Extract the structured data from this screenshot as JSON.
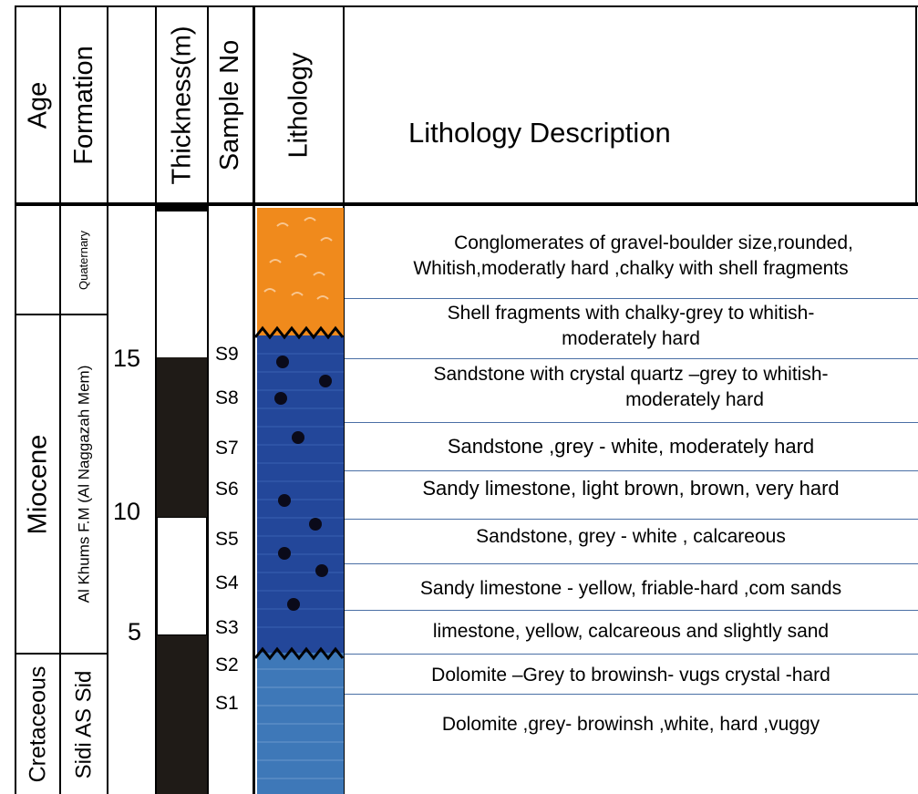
{
  "headers": {
    "age": "Age",
    "formation": "Formation",
    "thickness": "Thickness(m)",
    "sample_no": "Sample No",
    "lithology": "Lithology",
    "description": "Lithology Description"
  },
  "ages": {
    "miocene": "Miocene",
    "cretaceous": "Cretaceous"
  },
  "formations": {
    "quaternary": "Quaternary",
    "al_khums": "Al Khums F.M (Al Naggazah Mem)",
    "sidi_as_sid": "Sidi AS Sid"
  },
  "thickness_ticks": [
    "15",
    "10",
    "5"
  ],
  "samples": [
    "S9",
    "S8",
    "S7",
    "S6",
    "S5",
    "S4",
    "S3",
    "S2",
    "S1"
  ],
  "descriptions": [
    {
      "line1": "Conglomerates of gravel-boulder size,rounded,",
      "line2": "Whitish,moderatly hard ,chalky with shell fragments"
    },
    {
      "line1": "Shell fragments with chalky-grey to whitish-",
      "line2": "moderately hard"
    },
    {
      "line1": "Sandstone with crystal quartz –grey to whitish-",
      "line2": "moderately hard"
    },
    {
      "line1": "Sandstone ,grey - white, moderately  hard",
      "line2": ""
    },
    {
      "line1": "Sandy limestone, light  brown,  brown,  very hard",
      "line2": ""
    },
    {
      "line1": "Sandstone, grey - white , calcareous",
      "line2": ""
    },
    {
      "line1": "Sandy limestone - yellow, friable-hard ,com sands",
      "line2": ""
    },
    {
      "line1": "limestone, yellow, calcareous and slightly sand",
      "line2": ""
    },
    {
      "line1": "Dolomite –Grey to browinsh- vugs crystal -hard",
      "line2": ""
    },
    {
      "line1": "Dolomite ,grey- browinsh ,white, hard  ,vuggy",
      "line2": ""
    }
  ],
  "colors": {
    "conglomerate": "#f08a1c",
    "sandstone": "#23479a",
    "dolomite": "#3e78b8",
    "thickness_bar": "#1f1b17",
    "divider": "#4a6fa5"
  }
}
